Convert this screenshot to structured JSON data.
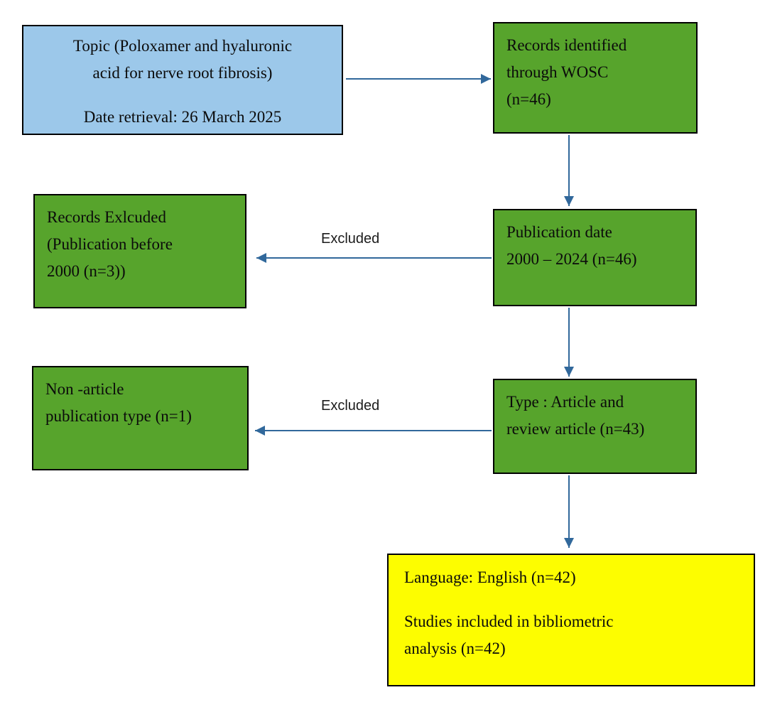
{
  "diagram": {
    "type": "flowchart",
    "boxes": {
      "topic": {
        "lines": [
          "Topic (Poloxamer and hyaluronic",
          "acid for nerve root fibrosis)",
          "",
          "Date retrieval: 26 March 2025"
        ],
        "fill": "#9cc8ea"
      },
      "records_identified": {
        "lines": [
          "Records identified",
          "through WOSC",
          "(n=46)"
        ],
        "fill": "#57a42c"
      },
      "publication_date": {
        "lines": [
          "Publication date",
          "2000 – 2024 (n=46)"
        ],
        "fill": "#57a42c"
      },
      "records_excluded": {
        "lines": [
          "Records Exlcuded",
          "(Publication before",
          "2000 (n=3))"
        ],
        "fill": "#57a42c"
      },
      "type_article": {
        "lines": [
          "Type : Article and",
          "review article (n=43)"
        ],
        "fill": "#57a42c"
      },
      "non_article": {
        "lines": [
          "Non -article",
          "publication type (n=1)"
        ],
        "fill": "#57a42c"
      },
      "language_included": {
        "lines": [
          "Language: English (n=42)",
          "",
          "Studies included in bibliometric",
          "analysis (n=42)"
        ],
        "fill": "#fdfd00"
      }
    },
    "edge_labels": {
      "excluded_top": "Excluded",
      "excluded_bottom": "Excluded"
    },
    "colors": {
      "box_blue": "#9cc8ea",
      "box_green": "#57a42c",
      "box_yellow": "#fdfd00",
      "arrow": "#31689b",
      "border": "#000000",
      "background": "#ffffff"
    }
  }
}
